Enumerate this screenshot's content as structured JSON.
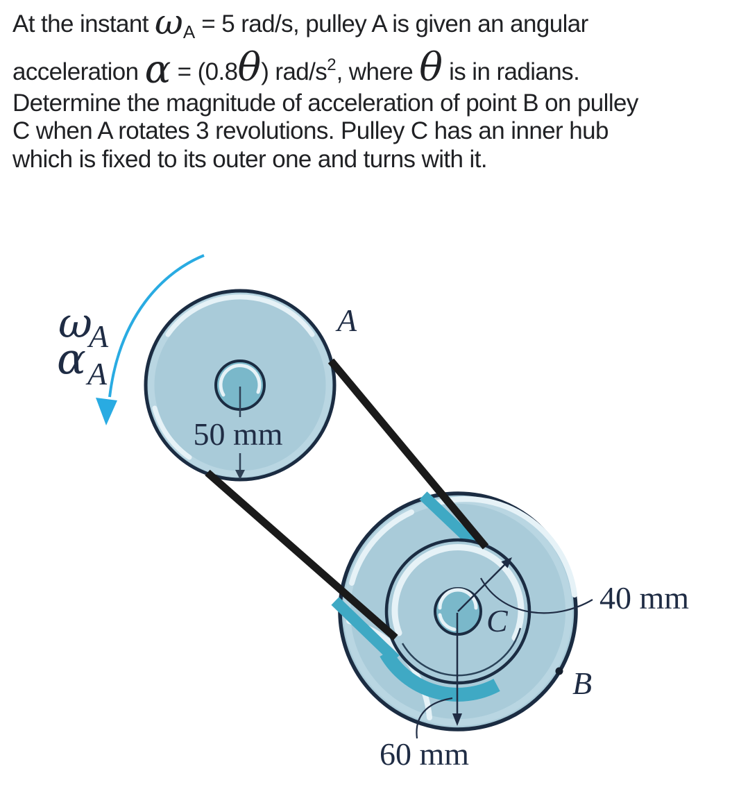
{
  "problem": {
    "l1": {
      "pre": "At the instant ",
      "omega": "ω",
      "sub": "A",
      "post": " = 5 rad/s, pulley A is given an angular"
    },
    "l2": {
      "pre": "acceleration ",
      "alpha": "α",
      "eq": " = (0.8",
      "theta1": "θ",
      "mid": ") rad/s",
      "sup": "2",
      "after": ", where ",
      "theta2": "θ",
      "post": " is in radians."
    },
    "l3": "Determine the magnitude of acceleration of point B on pulley",
    "l4": "C when A rotates 3 revolutions. Pulley C has an inner hub",
    "l5": "which is fixed to its outer one and turns with it."
  },
  "diagram": {
    "label_a": "A",
    "label_b": "B",
    "label_c": "C",
    "omega": "ω",
    "omega_sub": "A",
    "alpha": "α",
    "alpha_sub": "A",
    "dim_pulley_a_radius": "50 mm",
    "dim_hub_radius": "40 mm",
    "dim_outer_radius": "60 mm"
  },
  "colors": {
    "pulley_body": "#a9cbd9",
    "hub_shaft_fill": "#7ab8ca",
    "belt_groove_teal": "#3fa9c4",
    "outline_navy": "#1b2c42",
    "rotation_arrow_cyan": "#29abe2",
    "belt_black": "#1a1a1a",
    "label_navy": "#1f2c44",
    "highlight": "#e6f2f7",
    "body_text": "#202124"
  }
}
